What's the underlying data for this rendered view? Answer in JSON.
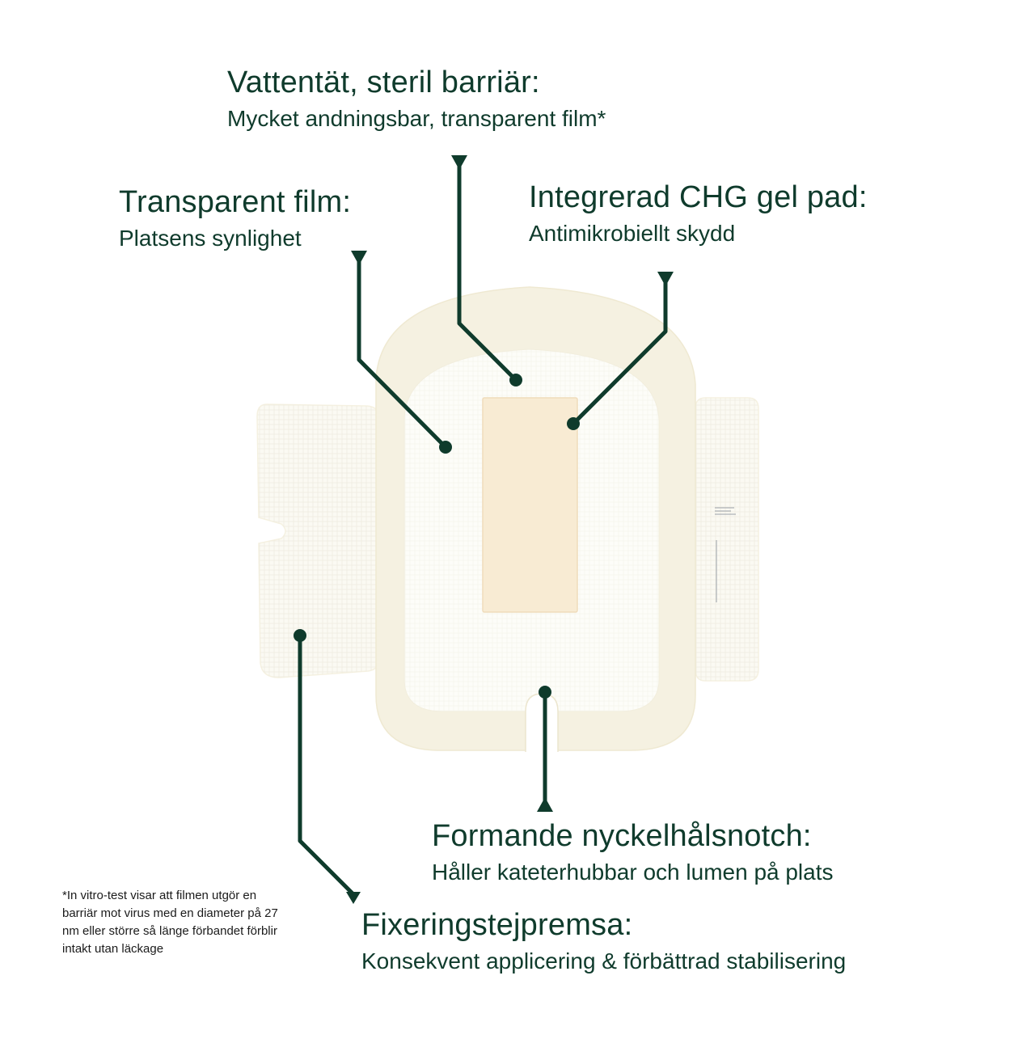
{
  "colors": {
    "ink": "#0f3b2c",
    "dressing_base": "#fbfaf3",
    "dressing_border": "#f5f1e1",
    "dressing_window": "#fdfdf9",
    "gel_pad": "#f8ebd3",
    "gel_pad_edge": "#efdcbb",
    "background": "#ffffff"
  },
  "callouts": {
    "barrier": {
      "title": "Vattentät, steril barriär:",
      "subtitle": "Mycket andningsbar, transparent film*"
    },
    "film": {
      "title": "Transparent film:",
      "subtitle": "Platsens synlighet"
    },
    "chg": {
      "title": "Integrerad CHG gel pad:",
      "subtitle": "Antimikrobiellt skydd"
    },
    "notch": {
      "title": "Formande nyckelhålsnotch:",
      "subtitle": "Håller kateterhubbar och lumen på plats"
    },
    "strips": {
      "title": "Fixeringstejpremsa:",
      "subtitle": "Konsekvent applicering & förbättrad stabilisering"
    }
  },
  "footnote": "*In vitro-test visar att filmen utgör en barriär mot virus med en diameter på 27 nm eller större så länge förbandet förblir intakt utan läckage"
}
